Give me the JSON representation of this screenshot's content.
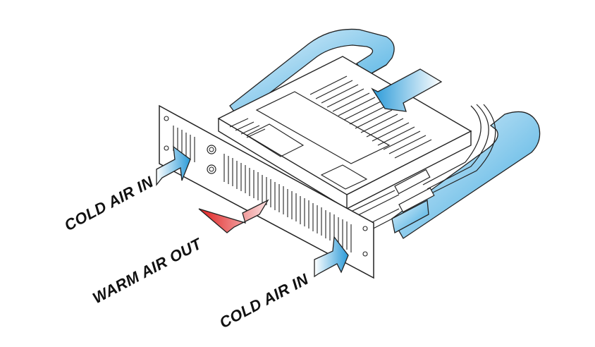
{
  "labels": {
    "cold_air_in_left": "COLD AIR IN",
    "warm_air_out": "WARM AIR OUT",
    "cold_air_in_bottom": "COLD AIR IN"
  },
  "colors": {
    "cold_air_light": "#e8f4fb",
    "cold_air_dark": "#2a9ad8",
    "warm_air_light": "#fbe0e0",
    "warm_air_dark": "#e02020",
    "line": "#222222",
    "chassis_fill": "#ffffff"
  },
  "icons": {
    "cold_airflow": "arrow-icon",
    "warm_airflow": "arrow-icon"
  }
}
